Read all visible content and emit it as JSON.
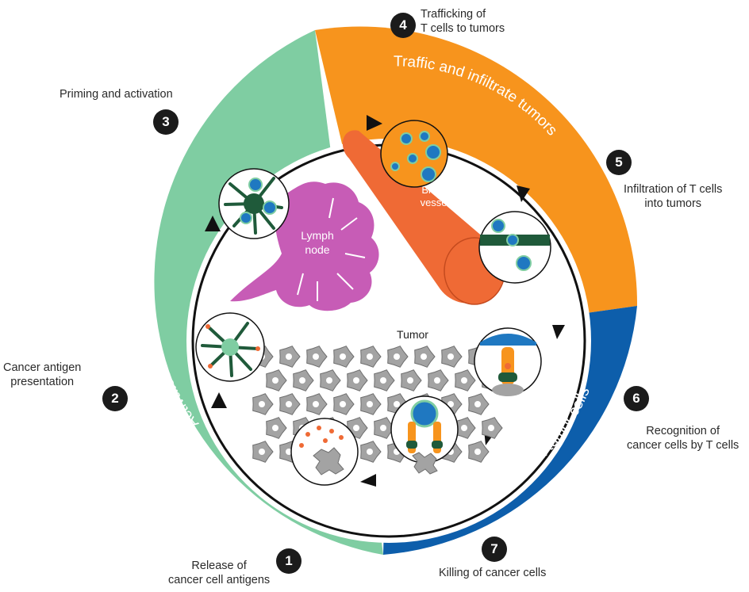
{
  "ring": {
    "segments": [
      {
        "id": "activate",
        "label": "Activate / Recruit",
        "color": "#7fcda2"
      },
      {
        "id": "traffic",
        "label": "Traffic and infiltrate tumors",
        "color": "#f7941d"
      },
      {
        "id": "recognize",
        "label": "Recognize and kill tumor cells",
        "color": "#0d5eab"
      }
    ]
  },
  "inner_labels": {
    "lymph_node": [
      "Lymph",
      "node"
    ],
    "blood_vessel": [
      "Blood",
      "vessel"
    ],
    "tumor": "Tumor"
  },
  "steps": [
    {
      "number": "1",
      "lines": [
        "Release of",
        "cancer cell antigens"
      ]
    },
    {
      "number": "2",
      "lines": [
        "Cancer antigen",
        "presentation"
      ]
    },
    {
      "number": "3",
      "lines": [
        "Priming and activation"
      ]
    },
    {
      "number": "4",
      "lines": [
        "Trafficking of",
        "T cells to tumors"
      ]
    },
    {
      "number": "5",
      "lines": [
        "Infiltration of T cells",
        "into tumors"
      ]
    },
    {
      "number": "6",
      "lines": [
        "Recognition of",
        "cancer cells by T cells"
      ]
    },
    {
      "number": "7",
      "lines": [
        "Killing of cancer cells"
      ]
    }
  ],
  "colors": {
    "green": "#7fcda2",
    "orange": "#f7941d",
    "blue": "#0d5eab",
    "lymph": "#c75cb6",
    "vessel": "#ef6a35",
    "tcell_dark": "#1f5a3a",
    "tcell_blue": "#1f78c1",
    "tumor_gray": "#a3a3a3"
  }
}
